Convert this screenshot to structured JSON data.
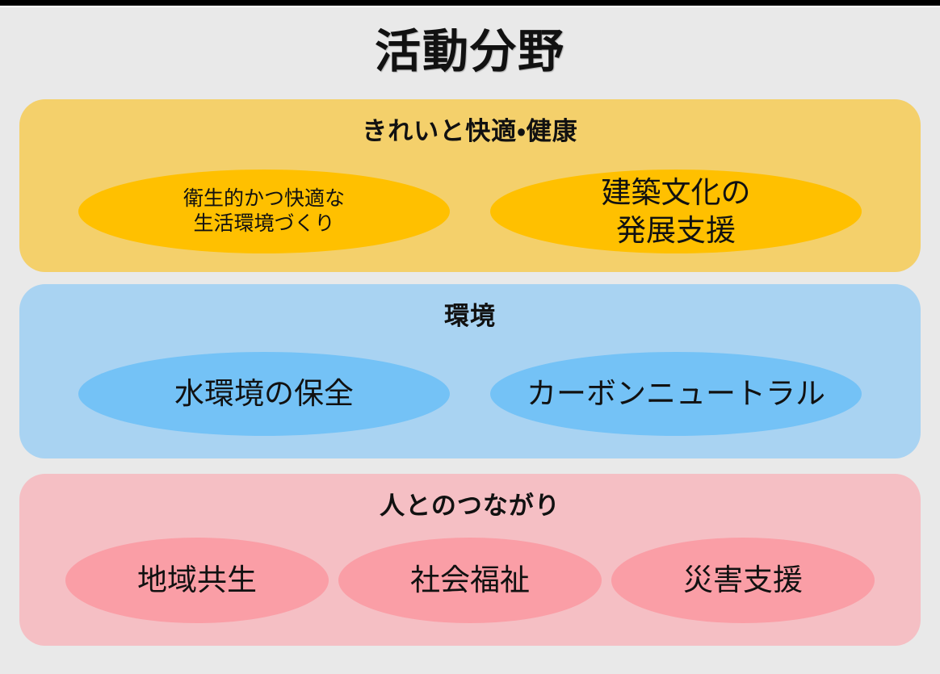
{
  "title": "活動分野",
  "colors": {
    "page_bg": "#e9e9e9",
    "top_bar": "#000000",
    "text": "#111111",
    "yellow_band": "#f4d06b",
    "yellow_ellipse": "#ffc000",
    "blue_band": "#a9d3f2",
    "blue_ellipse": "#74c2f6",
    "pink_band": "#f5bfc4",
    "pink_ellipse": "#fa9ea6"
  },
  "sections": [
    {
      "title": "きれいと快適・健康",
      "items": [
        "衛生的かつ快適な\n生活環境づくり",
        "建築文化の\n発展支援"
      ]
    },
    {
      "title": "環境",
      "items": [
        "水環境の保全",
        "カーボンニュートラル"
      ]
    },
    {
      "title": "人とのつながり",
      "items": [
        "地域共生",
        "社会福祉",
        "災害支援"
      ]
    }
  ]
}
